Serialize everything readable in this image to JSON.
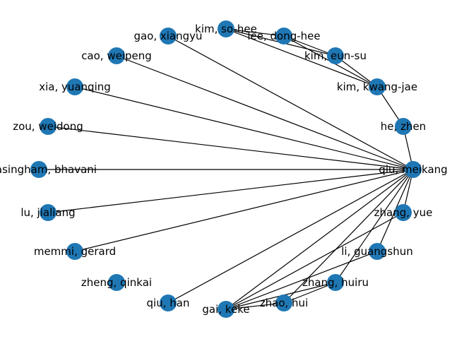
{
  "colors": {
    "node": "#1f77b4",
    "edge": "#000000",
    "label": "#000000"
  },
  "nodes": [
    {
      "id": "qiu-meikang",
      "label": "qiu, meikang"
    },
    {
      "id": "he-zhen",
      "label": "he, zhen"
    },
    {
      "id": "kim-kwang-jae",
      "label": "kim, kwang-jae"
    },
    {
      "id": "kim-eun-su",
      "label": "kim, eun-su"
    },
    {
      "id": "lee-dong-hee",
      "label": "lee, dong-hee"
    },
    {
      "id": "kim-so-hee",
      "label": "kim, so-hee"
    },
    {
      "id": "gao-xiangyu",
      "label": "gao, xiangyu"
    },
    {
      "id": "cao-weipeng",
      "label": "cao, weipeng"
    },
    {
      "id": "xia-yuanqing",
      "label": "xia, yuanqing"
    },
    {
      "id": "zou-weidong",
      "label": "zou, weidong"
    },
    {
      "id": "sivasingham-bhavani",
      "label": "sivasingham, bhavani"
    },
    {
      "id": "lu-jialiang",
      "label": "lu, jialiang"
    },
    {
      "id": "memmi-gerard",
      "label": "memmi, gerard"
    },
    {
      "id": "zheng-qinkai",
      "label": "zheng, qinkai"
    },
    {
      "id": "qiu-han",
      "label": "qiu, han"
    },
    {
      "id": "gai-keke",
      "label": "gai, keke"
    },
    {
      "id": "zhao-hui",
      "label": "zhao, hui"
    },
    {
      "id": "zhang-huiru",
      "label": "zhang, huiru"
    },
    {
      "id": "li-guangshun",
      "label": "li, guangshun"
    },
    {
      "id": "zhang-yue",
      "label": "zhang, yue"
    }
  ],
  "edges": [
    [
      "qiu-meikang",
      "he-zhen"
    ],
    [
      "qiu-meikang",
      "gao-xiangyu"
    ],
    [
      "qiu-meikang",
      "cao-weipeng"
    ],
    [
      "qiu-meikang",
      "xia-yuanqing"
    ],
    [
      "qiu-meikang",
      "zou-weidong"
    ],
    [
      "qiu-meikang",
      "sivasingham-bhavani"
    ],
    [
      "qiu-meikang",
      "lu-jialiang"
    ],
    [
      "qiu-meikang",
      "memmi-gerard"
    ],
    [
      "qiu-meikang",
      "qiu-han"
    ],
    [
      "qiu-meikang",
      "gai-keke"
    ],
    [
      "qiu-meikang",
      "zhao-hui"
    ],
    [
      "qiu-meikang",
      "zhang-huiru"
    ],
    [
      "qiu-meikang",
      "li-guangshun"
    ],
    [
      "qiu-meikang",
      "zhang-yue"
    ],
    [
      "he-zhen",
      "kim-kwang-jae"
    ],
    [
      "kim-kwang-jae",
      "kim-eun-su"
    ],
    [
      "kim-kwang-jae",
      "lee-dong-hee"
    ],
    [
      "kim-kwang-jae",
      "kim-so-hee"
    ],
    [
      "kim-eun-su",
      "lee-dong-hee"
    ],
    [
      "kim-eun-su",
      "kim-so-hee"
    ],
    [
      "lee-dong-hee",
      "kim-so-hee"
    ],
    [
      "gai-keke",
      "zhang-huiru"
    ],
    [
      "gai-keke",
      "li-guangshun"
    ],
    [
      "gai-keke",
      "zhang-yue"
    ],
    [
      "gai-keke",
      "zhao-hui"
    ],
    [
      "zhao-hui",
      "zhang-huiru"
    ]
  ]
}
